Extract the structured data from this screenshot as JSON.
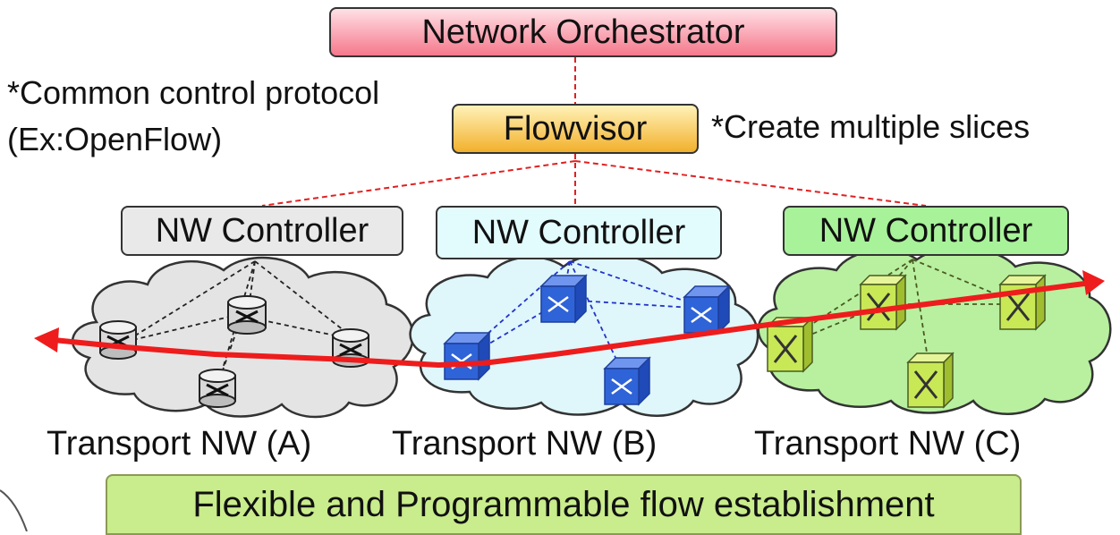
{
  "nodes": {
    "orchestrator": "Network Orchestrator",
    "flowvisor": "Flowvisor",
    "controller_a": "NW Controller",
    "controller_b": "NW Controller",
    "controller_c": "NW Controller"
  },
  "annotations": {
    "protocol_line1": "*Common control protocol",
    "protocol_line2": "(Ex:OpenFlow)",
    "slices": "*Create multiple slices"
  },
  "networks": {
    "a": "Transport NW (A)",
    "b": "Transport NW (B)",
    "c": "Transport NW (C)"
  },
  "banner": "Flexible and Programmable flow establishment",
  "colors": {
    "orchestrator": "#f5788c",
    "flowvisor": "#f2b02c",
    "controller_a": "#e9e9e9",
    "controller_b": "#e2fbfd",
    "controller_c": "#a8f29a",
    "cloud_a": "#e4e4e4",
    "cloud_b": "#dff6fa",
    "cloud_c": "#b8f0a0",
    "switch_a": "#d9d9d9",
    "switch_b": "#2f63d8",
    "switch_c": "#c9e855",
    "flow_arrow": "#ee1c1c",
    "control_link": "#e02020",
    "banner": "#c9ec8c"
  },
  "icons": {
    "switch_a": "router-cylinder-icon",
    "switch_b": "blue-optical-switch-icon",
    "switch_c": "green-cross-connect-icon"
  }
}
